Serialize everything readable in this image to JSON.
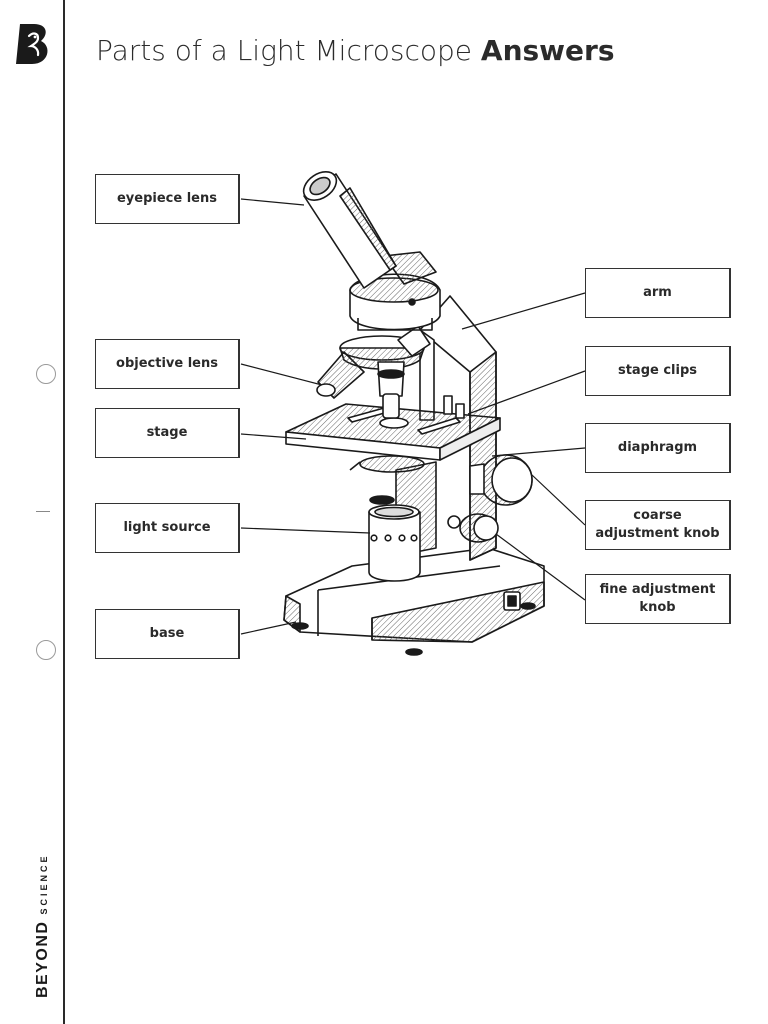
{
  "header": {
    "title": "Parts of a Light Microscope",
    "title_emphasis": "Answers"
  },
  "brand": {
    "main": "BEYOND",
    "sub": "SCIENCE"
  },
  "labels": {
    "eyepiece_lens": "eyepiece lens",
    "objective_lens": "objective lens",
    "stage": "stage",
    "light_source": "light source",
    "base": "base",
    "arm": "arm",
    "stage_clips": "stage clips",
    "diaphragm": "diaphragm",
    "coarse_adjustment_knob": "coarse adjustment knob",
    "fine_adjustment_knob": "fine adjustment knob"
  },
  "colors": {
    "ink": "#1a1a1a",
    "hole": "#9a9a9a"
  }
}
